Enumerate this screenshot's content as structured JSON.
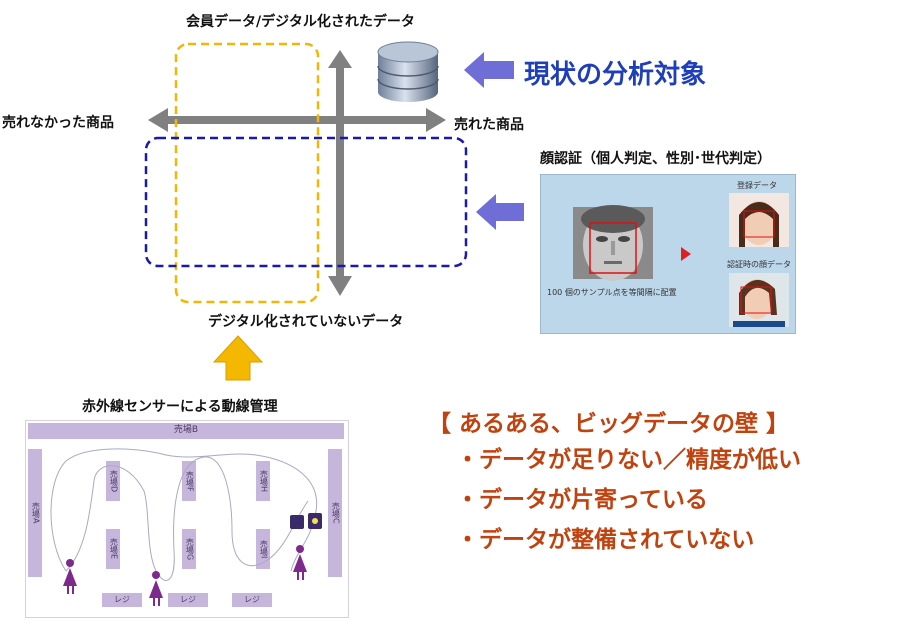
{
  "matrix": {
    "top_label": "会員データ/デジタル化されたデータ",
    "bottom_label": "デジタル化されていないデータ",
    "left_label": "売れなかった商品",
    "right_label": "売れた商品"
  },
  "analysis_target": "現状の分析対象",
  "face": {
    "title": "顔認証（個人判定、性別･世代判定）",
    "registered_label": "登録データ",
    "auth_label": "認証時の顔データ",
    "sample_caption": "100 個のサンプル点を等間隔に配置"
  },
  "sensor": {
    "title": "赤外線センサーによる動線管理",
    "zone_top": "売場B",
    "zone_left": "売場A",
    "zone_right": "売場C",
    "zones": [
      "売場D",
      "売場F",
      "売場H",
      "売場E",
      "売場G",
      "売場I"
    ],
    "registers": [
      "レジ",
      "レジ",
      "レジ"
    ]
  },
  "bigdata_wall": {
    "heading": "【 あるある、ビッグデータの壁 】",
    "items": [
      "・データが足りない／精度が低い",
      "・データが片寄っている",
      "・データが整備されていない"
    ]
  },
  "colors": {
    "axis_gray": "#808080",
    "yellow_box": "#f2b705",
    "blue_box": "#1a1aa8",
    "arrow_blue": "#6e6ed6",
    "arrow_up": "#f5b800",
    "title_blue": "#1f3fb8",
    "wall_red": "#c0420e"
  },
  "icons": [
    "database-icon",
    "arrow-left-icon",
    "arrow-up-icon",
    "person-icon",
    "sensor-icon"
  ]
}
